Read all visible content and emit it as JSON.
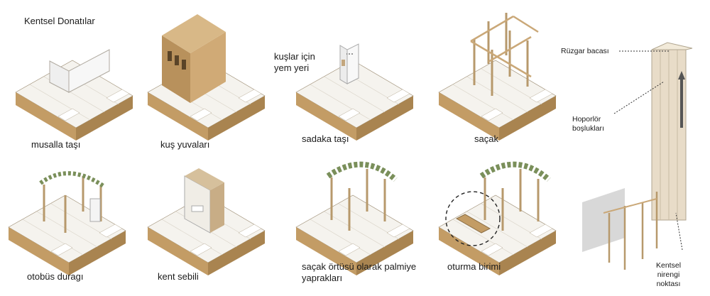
{
  "title": "Kentsel Donatılar",
  "items": [
    {
      "label": "musalla taşı"
    },
    {
      "label": "kuş yuvaları"
    },
    {
      "label": "sadaka taşı"
    },
    {
      "label": "saçak"
    },
    {
      "label": "otobüs duragı"
    },
    {
      "label": "kent sebili"
    },
    {
      "label": "saçak örtüsü olarak palmiye\nyaprakları"
    },
    {
      "label": "oturma birimi"
    }
  ],
  "annotations": {
    "bird_feed": "kuşlar için\nyem yeri",
    "wind_tower": "Rüzgar bacası",
    "speaker": "Hoporlör\nboşlukları",
    "landmark": "Kentsel\nnirengi\nnoktası"
  },
  "colors": {
    "ground_top": "#f6f4ef",
    "ground_side": "#c39c65",
    "ground_side_dark": "#a98450",
    "structure": "#c8ad86",
    "palm": "#7a8f5a"
  }
}
